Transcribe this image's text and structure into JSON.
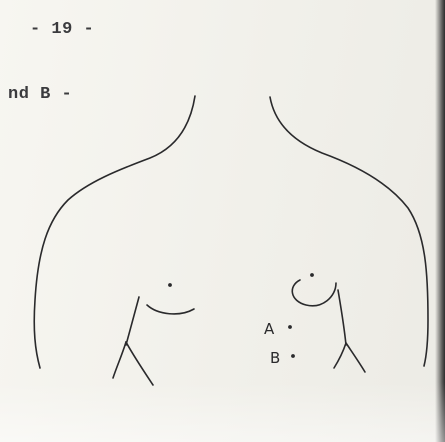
{
  "document": {
    "page_number": "- 19 -",
    "heading_fragment": "nd B -",
    "figure": {
      "point_labels": [
        "A",
        "B"
      ]
    }
  }
}
